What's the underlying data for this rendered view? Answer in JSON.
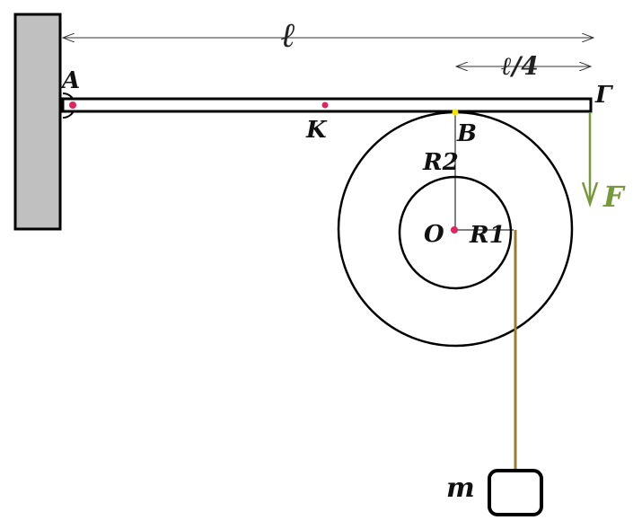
{
  "labels": {
    "length": "ℓ",
    "quarter_length": "ℓ/4",
    "point_a": "A",
    "point_k": "K",
    "point_b": "B",
    "point_gamma": "Γ",
    "force": "F",
    "center": "O",
    "radius_outer": "R2",
    "radius_inner": "R1",
    "mass": "m"
  },
  "colors": {
    "wall_fill": "#c0c0c0",
    "outline": "#000000",
    "point_marker": "#e0245e",
    "contact_marker": "#f2e600",
    "force_arrow": "#77993b",
    "rope": "#9b7b2e"
  }
}
